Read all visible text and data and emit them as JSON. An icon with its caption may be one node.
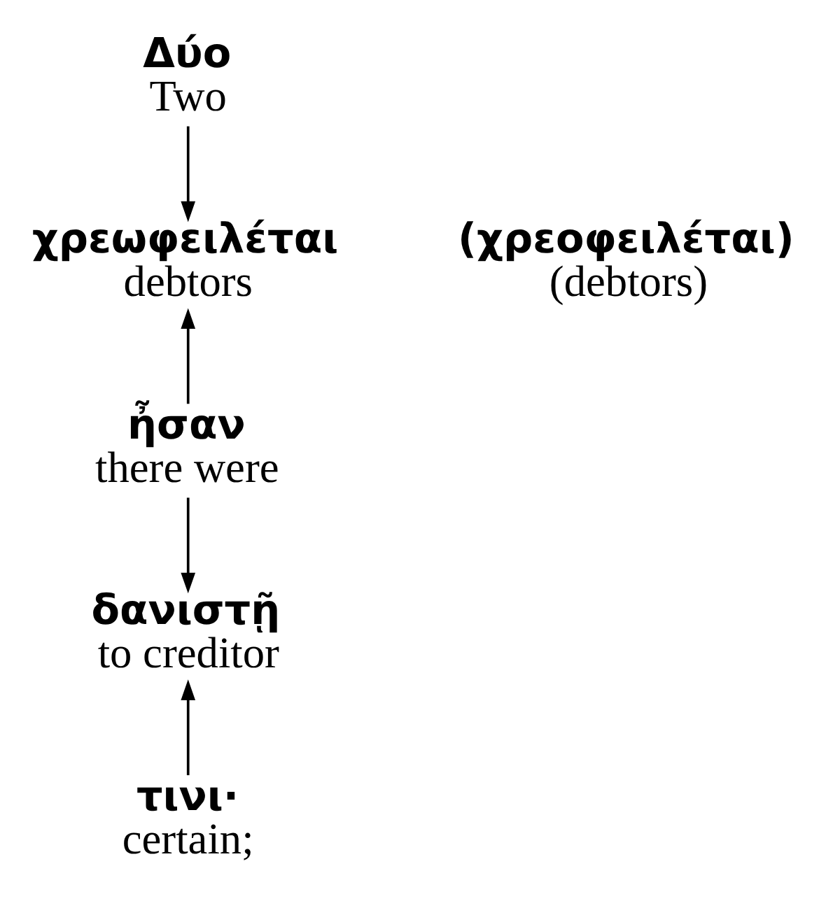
{
  "diagram": {
    "nodes": [
      {
        "text": [
          "Δύο",
          "Two"
        ]
      },
      {
        "text": [
          "χρεωφειλέται",
          "debtors"
        ]
      },
      {
        "text": [
          "ἦσαν",
          "there were"
        ]
      },
      {
        "text": [
          "δανιστῇ",
          "to creditor"
        ]
      },
      {
        "text": [
          "τινι·",
          "certain;"
        ]
      }
    ],
    "edges": [
      {
        "from": 0,
        "to": 1,
        "arrow": "to"
      },
      {
        "from": 2,
        "to": 1,
        "arrow": "to"
      },
      {
        "from": 2,
        "to": 3,
        "arrow": "to"
      },
      {
        "from": 4,
        "to": 3,
        "arrow": "to"
      }
    ],
    "labels": [
      "(χρεοφειλέται)",
      "(debtors)"
    ]
  }
}
